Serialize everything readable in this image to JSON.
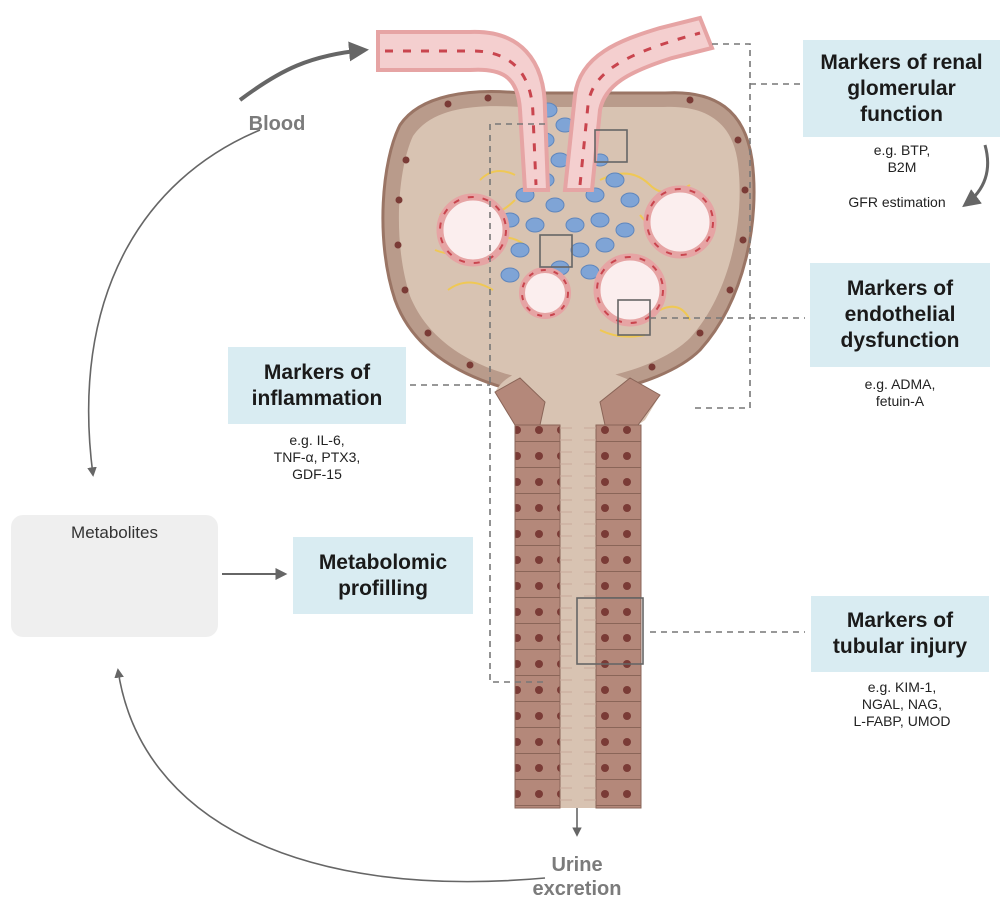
{
  "labels": {
    "blood": "Blood",
    "urine_line1": "Urine",
    "urine_line2": "excretion",
    "metabolites": "Metabolites",
    "gfr": "GFR estimation"
  },
  "boxes": {
    "glomerular": {
      "l1": "Markers of renal",
      "l2": "glomerular",
      "l3": "function",
      "ex1": "e.g. BTP,",
      "ex2": "B2M"
    },
    "endothelial": {
      "l1": "Markers of",
      "l2": "endothelial",
      "l3": "dysfunction",
      "ex1": "e.g. ADMA,",
      "ex2": "fetuin-A"
    },
    "inflammation": {
      "l1": "Markers of",
      "l2": "inflammation",
      "ex1": "e.g. IL-6,",
      "ex2": "TNF-α, PTX3,",
      "ex3": "GDF-15"
    },
    "metabolomic": {
      "l1": "Metabolomic",
      "l2": "profilling"
    },
    "tubular": {
      "l1": "Markers of",
      "l2": "tubular injury",
      "ex1": "e.g. KIM-1,",
      "ex2": "NGAL, NAG,",
      "ex3": "L-FABP, UMOD"
    }
  },
  "colors": {
    "box_fill": "#d9ecf2",
    "tissue": "#d8c3b2",
    "capsule": "#b18e7f",
    "vessel_wall": "#e6a4a4",
    "blood_cell": "#c9454e",
    "mesangial": "#7fa4d6",
    "interstitial": "#f2c94c",
    "tubule_cell": "#b4887a",
    "arrow": "#666666",
    "dashed": "#777777"
  }
}
